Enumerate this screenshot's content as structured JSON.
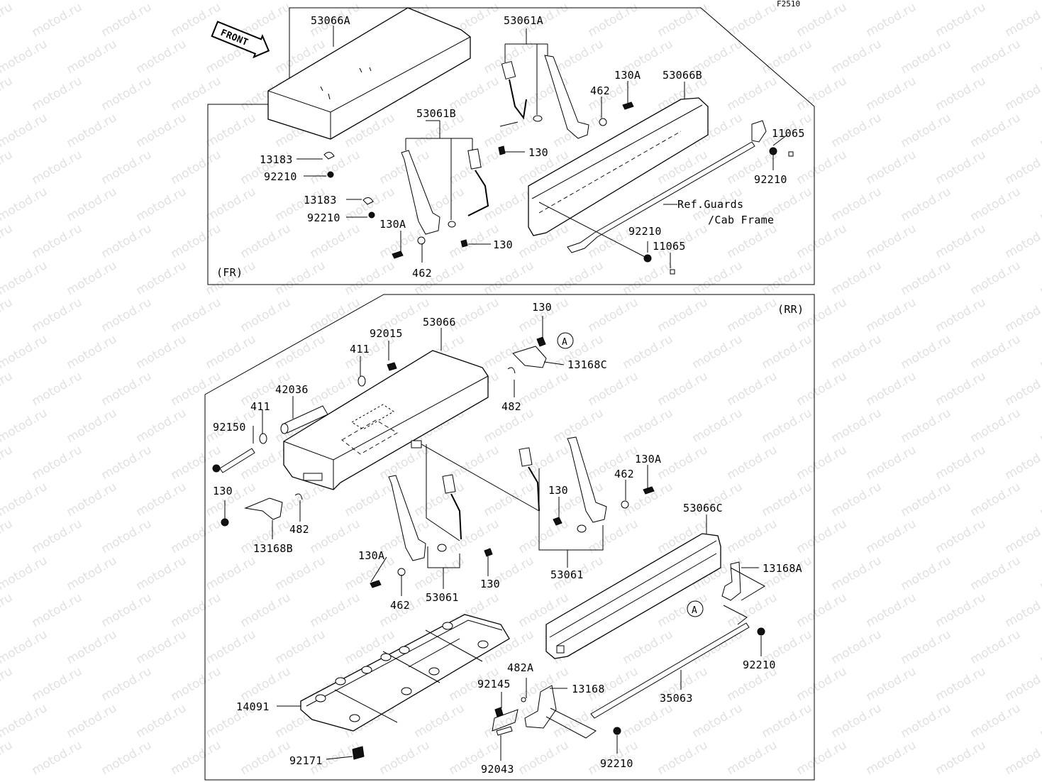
{
  "figure_code": "F2510",
  "watermark": "motod.ru",
  "front_arrow_label": "FRONT",
  "sections": {
    "front": {
      "label": "(FR)"
    },
    "rear": {
      "label": "(RR)"
    }
  },
  "reference_note": [
    "Ref.Guards",
    "/Cab Frame"
  ],
  "callout_letter": "A",
  "labels": {
    "fr_53066A": "53066A",
    "fr_53061A": "53061A",
    "fr_130A_top": "130A",
    "fr_53066B": "53066B",
    "fr_462_top": "462",
    "fr_11065_top": "11065",
    "fr_53061B": "53061B",
    "fr_130_mid": "130",
    "fr_92210_right": "92210",
    "fr_13183_a": "13183",
    "fr_92210_a": "92210",
    "fr_13183_b": "13183",
    "fr_92210_b": "92210",
    "fr_130A_bottom": "130A",
    "fr_130_bottom": "130",
    "fr_462_bottom": "462",
    "fr_92210_lower": "92210",
    "fr_11065_lower": "11065",
    "rr_130_top": "130",
    "rr_92015": "92015",
    "rr_53066": "53066",
    "rr_411_a": "411",
    "rr_13168C": "13168C",
    "rr_42036": "42036",
    "rr_482_top": "482",
    "rr_411_b": "411",
    "rr_92150": "92150",
    "rr_130A_right": "130A",
    "rr_462_right": "462",
    "rr_130_mid": "130",
    "rr_130_left": "130",
    "rr_482_left": "482",
    "rr_13168B": "13168B",
    "rr_53066C": "53066C",
    "rr_130A_left": "130A",
    "rr_130_lower": "130",
    "rr_53061_right": "53061",
    "rr_13168A": "13168A",
    "rr_462_left": "462",
    "rr_53061_left": "53061",
    "rr_92210_right": "92210",
    "rr_482A": "482A",
    "rr_92145": "92145",
    "rr_13168": "13168",
    "rr_14091": "14091",
    "rr_35063": "35063",
    "rr_92171": "92171",
    "rr_92043": "92043",
    "rr_92210_bottom": "92210"
  }
}
